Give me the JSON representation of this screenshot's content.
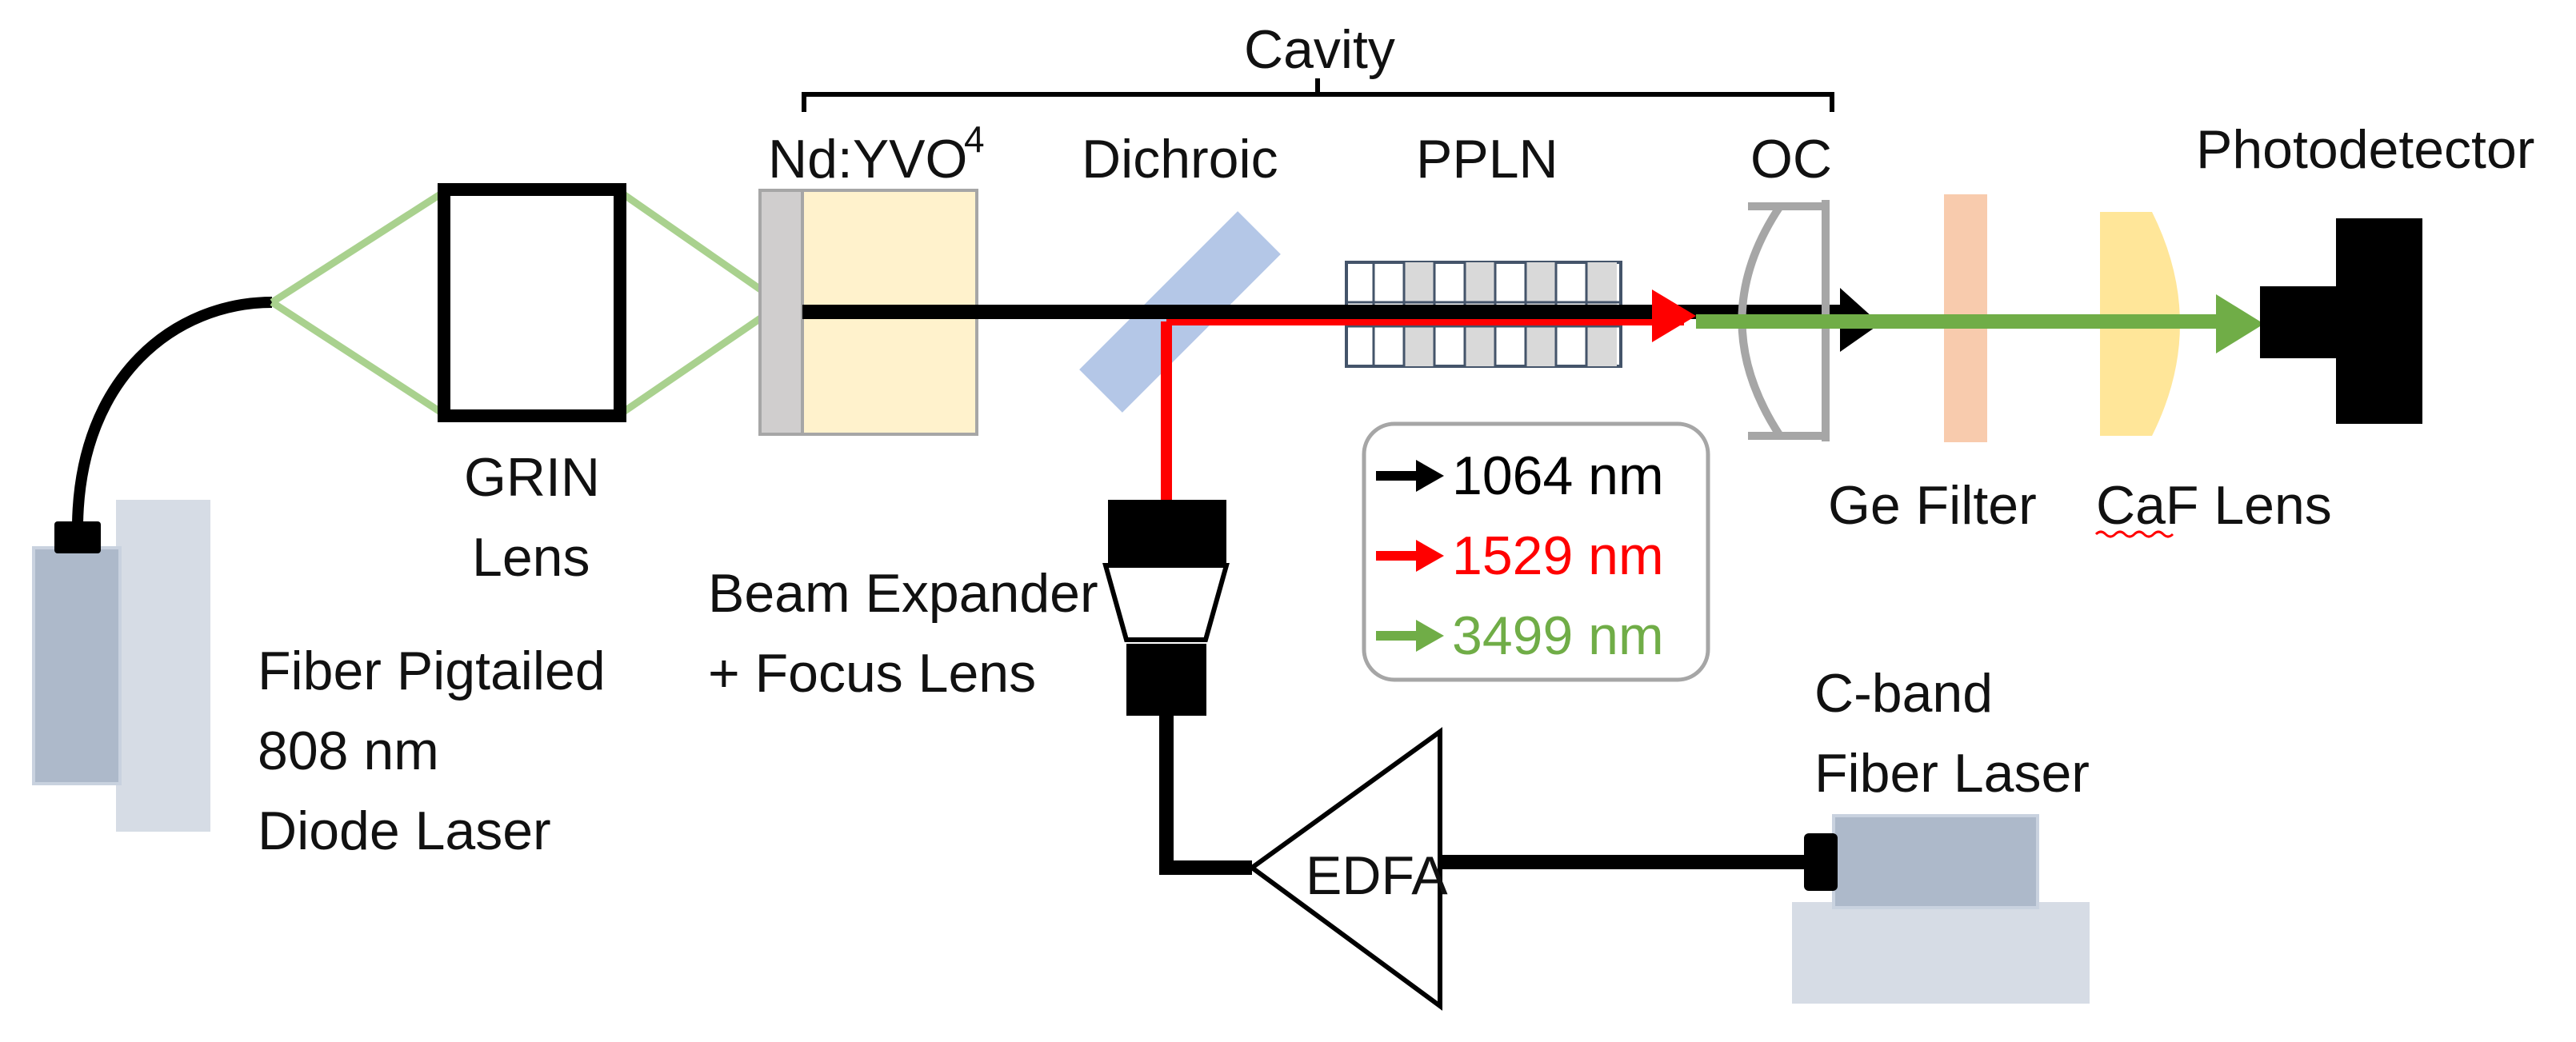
{
  "labels": {
    "cavity": "Cavity",
    "ndyvo": "Nd:YVO",
    "ndyvo_sup": "4",
    "dichroic": "Dichroic",
    "ppln": "PPLN",
    "oc": "OC",
    "photodetector": "Photodetector",
    "grin_1": "GRIN",
    "grin_2": "Lens",
    "ge_filter": "Ge Filter",
    "caf_lens": "CaF Lens",
    "beam_expander_1": "Beam Expander",
    "beam_expander_2": "+ Focus Lens",
    "diode_1": "Fiber Pigtailed",
    "diode_2": "808 nm",
    "diode_3": "Diode Laser",
    "edfa": "EDFA",
    "cband_1": "C-band",
    "cband_2": "Fiber Laser"
  },
  "legend": {
    "entries": [
      {
        "label": "1064 nm",
        "color": "#000000"
      },
      {
        "label": "1529 nm",
        "color": "#ff0000"
      },
      {
        "label": "3499 nm",
        "color": "#70ad47"
      }
    ]
  },
  "colors": {
    "pump_beam": "#a9d18e",
    "fundamental": "#000000",
    "signal": "#ff0000",
    "idler": "#70ad47",
    "crystal_fill": "#fff2cc",
    "dichroic_fill": "#b4c7e7",
    "ge_filter_fill": "#f8cbad",
    "caf_lens_fill": "#ffe699",
    "laser_body_dark": "#adb9ca",
    "laser_body_light": "#d6dce5"
  }
}
